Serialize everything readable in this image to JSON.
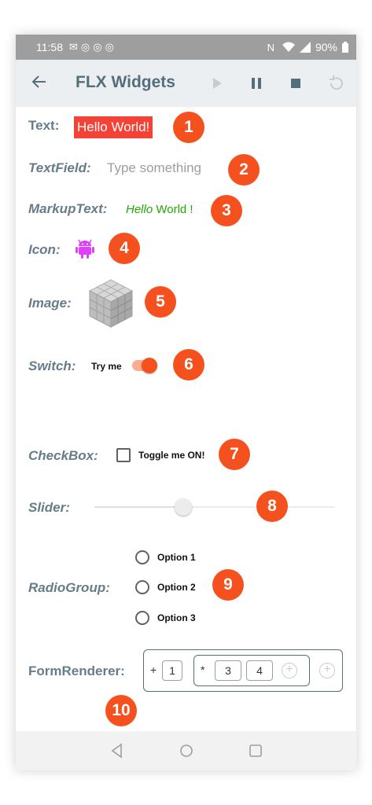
{
  "status_bar": {
    "time": "11:58",
    "left_icons": [
      "gmail-icon",
      "instagram-icon",
      "instagram-icon",
      "instagram-icon"
    ],
    "battery": "90%"
  },
  "app_bar": {
    "title": "FLX Widgets",
    "actions": [
      "play-icon",
      "pause-icon",
      "stop-icon",
      "refresh-icon"
    ]
  },
  "widgets": {
    "text": {
      "label": "Text:",
      "value": "Hello World!",
      "badge": "1"
    },
    "textfield": {
      "label": "TextField:",
      "placeholder": "Type something",
      "badge": "2"
    },
    "markup": {
      "label": "MarkupText:",
      "part1": "Hello",
      "part2": "World !",
      "badge": "3"
    },
    "icon": {
      "label": "Icon:",
      "icon": "android-icon",
      "badge": "4"
    },
    "image": {
      "label": "Image:",
      "image": "cube-image",
      "badge": "5"
    },
    "switch": {
      "label": "Switch:",
      "text": "Try me",
      "on": true,
      "badge": "6"
    },
    "checkbox": {
      "label": "CheckBox:",
      "text": "Toggle me ON!",
      "checked": false,
      "badge": "7"
    },
    "slider": {
      "label": "Slider:",
      "value": 0.37,
      "badge": "8"
    },
    "radio": {
      "label": "RadioGroup:",
      "options": [
        "Option 1",
        "Option 2",
        "Option 3"
      ],
      "badge": "9"
    },
    "form": {
      "label": "FormRenderer:",
      "op1": "+",
      "val1": "1",
      "op2": "*",
      "val2": "3",
      "val3": "4",
      "badge": "10"
    }
  },
  "colors": {
    "accent": "#f4511e",
    "label": "#667d89",
    "title": "#546e7a",
    "text_bg": "#f44336",
    "markup": "#1faa00",
    "android": "#e040fb"
  }
}
